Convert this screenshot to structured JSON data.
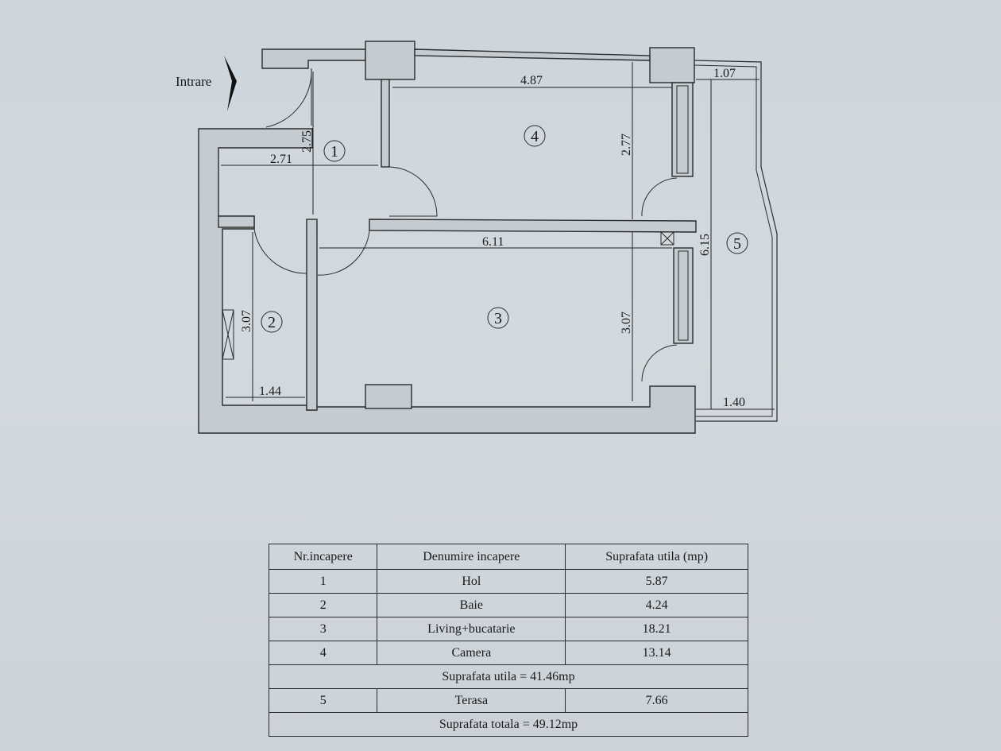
{
  "plan": {
    "entry_label": "Intrare",
    "room_numbers": [
      "1",
      "2",
      "3",
      "4",
      "5"
    ],
    "dimensions": {
      "d_2_71": "2.71",
      "d_2_75": "2.75",
      "d_4_87": "4.87",
      "d_2_77": "2.77",
      "d_1_07": "1.07",
      "d_6_11": "6.11",
      "d_6_15": "6.15",
      "d_3_07_bath": "3.07",
      "d_3_07_living": "3.07",
      "d_1_44": "1.44",
      "d_1_40": "1.40"
    }
  },
  "table": {
    "headers": [
      "Nr.incapere",
      "Denumire incapere",
      "Suprafata utila (mp)"
    ],
    "rows": [
      [
        "1",
        "Hol",
        "5.87"
      ],
      [
        "2",
        "Baie",
        "4.24"
      ],
      [
        "3",
        "Living+bucatarie",
        "18.21"
      ],
      [
        "4",
        "Camera",
        "13.14"
      ]
    ],
    "subtotal": "Suprafata utila = 41.46mp",
    "terrace_row": [
      "5",
      "Terasa",
      "7.66"
    ],
    "total": "Suprafata totala = 49.12mp"
  }
}
